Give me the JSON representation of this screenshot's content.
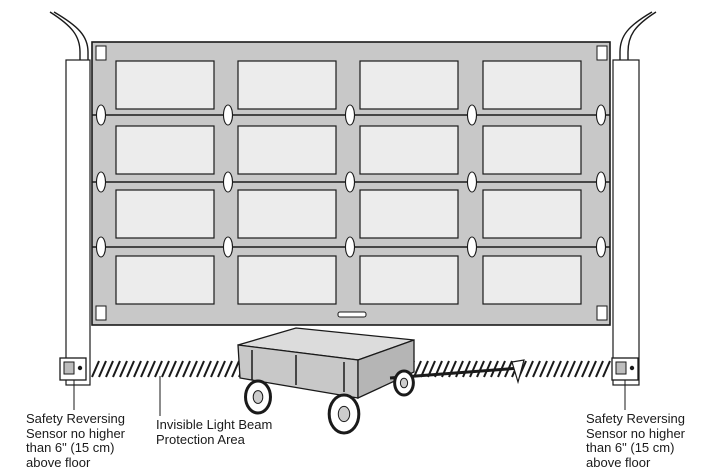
{
  "labels": {
    "left_sensor": [
      "Safety Reversing",
      "Sensor no higher",
      "than 6\" (15 cm)",
      "above floor"
    ],
    "light_beam": [
      "Invisible Light Beam",
      "Protection Area"
    ],
    "right_sensor": [
      "Safety Reversing",
      "Sensor no higher",
      "than 6\" (15 cm)",
      "above floor"
    ]
  },
  "colors": {
    "door_fill": "#c8c8c8",
    "window_fill": "#ececec",
    "outline": "#1a1a1a",
    "beam_hatch": "#1a1a1a"
  }
}
